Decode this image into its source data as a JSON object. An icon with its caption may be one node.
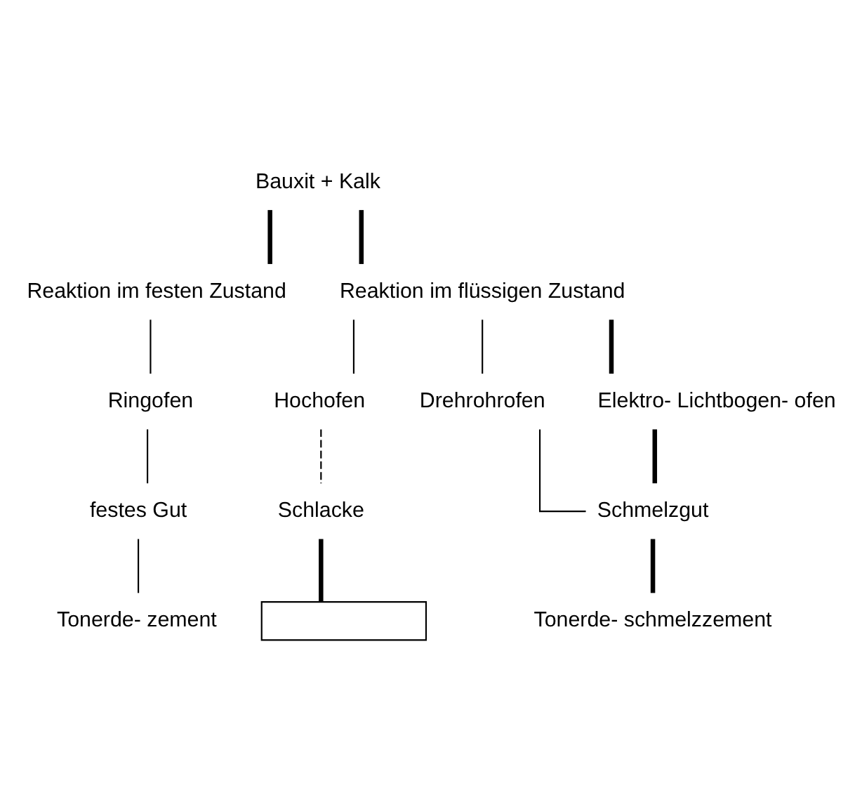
{
  "diagram": {
    "nodes": [
      {
        "text": [
          "Bauxit + Kalk"
        ]
      },
      {
        "text": [
          "Reaktion im festen Zustand"
        ]
      },
      {
        "text": [
          "Reaktion im flüssigen Zustand"
        ]
      },
      {
        "text": [
          "Ringofen"
        ]
      },
      {
        "text": [
          "Hochofen"
        ]
      },
      {
        "text": [
          "Drehrohrofen"
        ]
      },
      {
        "text": [
          "Elektro- Lichtbogen- ofen"
        ]
      },
      {
        "text": [
          "festes Gut"
        ]
      },
      {
        "text": [
          "Schlacke"
        ]
      },
      {
        "text": [
          "Schmelzgut"
        ]
      },
      {
        "text": [
          "Tonerde- zement"
        ]
      },
      {
        "text": [],
        "shape": "box"
      },
      {
        "text": [
          "Tonerde- schmelzzement"
        ]
      }
    ],
    "edges": [
      {
        "from": 0,
        "to": 1,
        "arrow": "none",
        "style": "thick"
      },
      {
        "from": 0,
        "to": 2,
        "arrow": "none",
        "style": "thick"
      },
      {
        "from": 1,
        "to": 3,
        "arrow": "none"
      },
      {
        "from": 2,
        "to": 4,
        "arrow": "none"
      },
      {
        "from": 2,
        "to": 5,
        "arrow": "none"
      },
      {
        "from": 2,
        "to": 6,
        "arrow": "none",
        "style": "thick"
      },
      {
        "from": 3,
        "to": 7,
        "arrow": "none"
      },
      {
        "from": 4,
        "to": 8,
        "arrow": "none",
        "style": "dashed"
      },
      {
        "from": 5,
        "to": 9,
        "arrow": "none"
      },
      {
        "from": 6,
        "to": 9,
        "arrow": "none",
        "style": "thick"
      },
      {
        "from": 7,
        "to": 10,
        "arrow": "none"
      },
      {
        "from": 8,
        "to": 11,
        "arrow": "none",
        "style": "thick"
      },
      {
        "from": 9,
        "to": 12,
        "arrow": "none",
        "style": "thick"
      }
    ]
  }
}
